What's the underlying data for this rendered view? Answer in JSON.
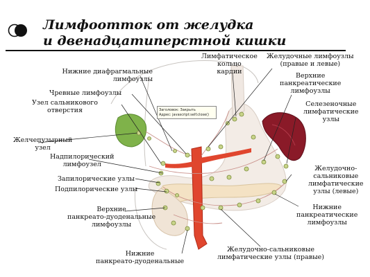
{
  "title": {
    "line1": "Лимфоотток от желудка",
    "line2": "и двенадцатиперстной кишки"
  },
  "labels": {
    "lymph_ring": [
      "Лимфатическое",
      "кольцо",
      "кардии"
    ],
    "gastric_nodes": [
      "Желудочные лимфоузлы",
      "(правые и левые)"
    ],
    "lower_diaphragm": [
      "Нижние диафрагмальные",
      "лимфоузлы"
    ],
    "upper_pancreatic": [
      "Верхние",
      "панкреатические",
      "лимфоузлы"
    ],
    "celiac": "Чревные лимфоузлы",
    "omental_node": [
      "Узел сальникового",
      "отверстия"
    ],
    "splenic": [
      "Селезеночные",
      "лимфатические",
      "узлы"
    ],
    "gallbladder_node": [
      "Желчепузырный",
      "узел"
    ],
    "suprapyloric": [
      "Надпилорический",
      "лимфоузел"
    ],
    "retropyloric": "Запилорические узлы",
    "gastroomental_left": [
      "Желудочно-",
      "сальниковые",
      "лимфатические",
      "узлы (левые)"
    ],
    "subpyloric": "Подпилорические узлы",
    "upper_pancreatoduodenal": [
      "Верхние",
      "панкреато-дуоденальные",
      "лимфоузлы"
    ],
    "lower_pancreatic": [
      "Нижние",
      "панкреатические",
      "лимфоузлы"
    ],
    "lower_pancreatoduodenal": [
      "Нижние",
      "панкреато-дуоденальные"
    ],
    "gastroomental_right": [
      "Желудочно-сальниковые",
      "лимфатические узлы (правые)"
    ]
  },
  "tooltip": {
    "line1": "Заголовок: Закрыть",
    "line2": "Адрес: javascript:self.close()"
  },
  "colors": {
    "stomach": "#f3ece6",
    "gallbladder": "#7fb24a",
    "spleen": "#8a1a28",
    "aorta": "#e0462e",
    "lymph_node": "#c8d48a",
    "lymph_vessel": "#c9908a",
    "pancreas": "#f4e2c4"
  }
}
